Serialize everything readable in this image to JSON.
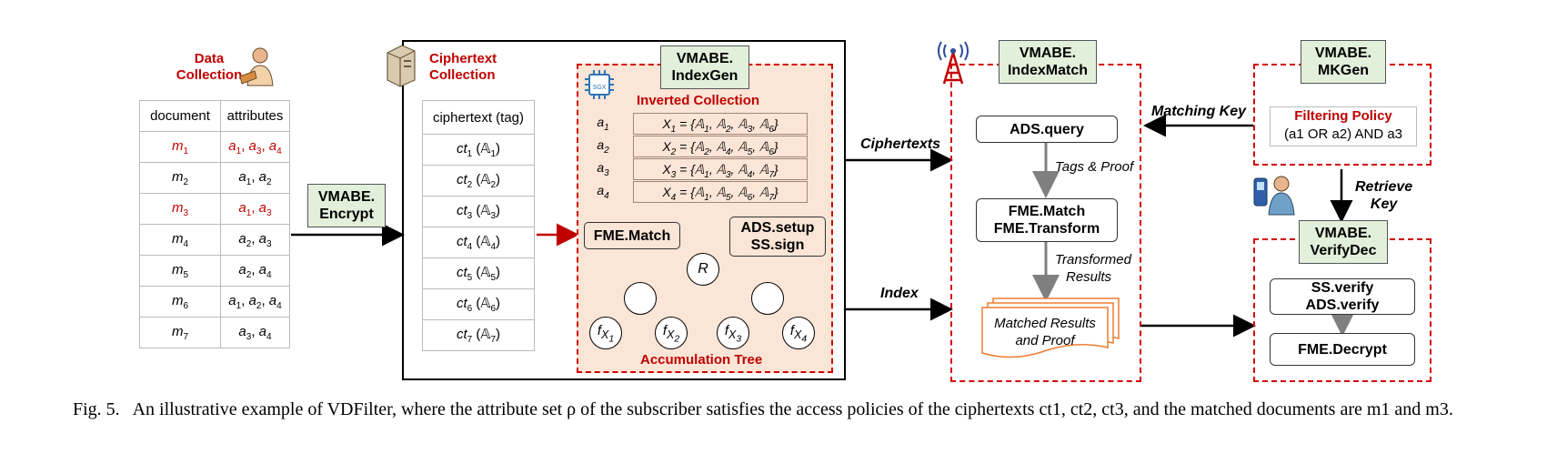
{
  "data_collection": {
    "title_line1": "Data",
    "title_line2": "Collection",
    "headers": [
      "document",
      "attributes"
    ],
    "rows": [
      {
        "doc": "m1",
        "attrs": "a1, a3, a4",
        "highlight": true
      },
      {
        "doc": "m2",
        "attrs": "a1, a2",
        "highlight": false
      },
      {
        "doc": "m3",
        "attrs": "a1, a3",
        "highlight": true
      },
      {
        "doc": "m4",
        "attrs": "a2, a3",
        "highlight": false
      },
      {
        "doc": "m5",
        "attrs": "a2, a4",
        "highlight": false
      },
      {
        "doc": "m6",
        "attrs": "a1, a2, a4",
        "highlight": false
      },
      {
        "doc": "m7",
        "attrs": "a3, a4",
        "highlight": false
      }
    ]
  },
  "encrypt": {
    "line1": "VMABE.",
    "line2": "Encrypt"
  },
  "ciphertext_collection": {
    "title_line1": "Ciphertext",
    "title_line2": "Collection",
    "header": "ciphertext (tag)",
    "rows": [
      "ct1 (A1)",
      "ct2 (A2)",
      "ct3 (A3)",
      "ct4 (A4)",
      "ct5 (A5)",
      "ct6 (A6)",
      "ct7 (A7)"
    ]
  },
  "indexgen": {
    "line1": "VMABE.",
    "line2": "IndexGen",
    "sgx_label": "SGX",
    "inverted_title": "Inverted Collection",
    "inverted_rows": [
      {
        "key": "a1",
        "value": "X1 = {A1, A2, A3, A6}"
      },
      {
        "key": "a2",
        "value": "X2 = {A2, A4, A5, A6}"
      },
      {
        "key": "a3",
        "value": "X3 = {A1, A3, A4, A7}"
      },
      {
        "key": "a4",
        "value": "X4 = {A1, A5, A6, A7}"
      }
    ],
    "fme_match": "FME.Match",
    "ads_setup_line1": "ADS.setup",
    "ads_setup_line2": "SS.sign",
    "tree_root": "R",
    "tree_leaves": [
      "fX1",
      "fX2",
      "fX3",
      "fX4"
    ],
    "accumulation_title": "Accumulation Tree"
  },
  "edges": {
    "ciphertexts": "Ciphertexts",
    "index": "Index",
    "matching_key": "Matching Key",
    "retrieve_key_line1": "Retrieve",
    "retrieve_key_line2": "Key"
  },
  "indexmatch": {
    "line1": "VMABE.",
    "line2": "IndexMatch",
    "ads_query": "ADS.query",
    "tags_proof": "Tags & Proof",
    "fme_match": "FME.Match",
    "fme_transform": "FME.Transform",
    "transformed_line1": "Transformed",
    "transformed_line2": "Results",
    "matched_line1": "Matched Results",
    "matched_line2": "and Proof"
  },
  "mkgen": {
    "line1": "VMABE.",
    "line2": "MKGen",
    "policy_title": "Filtering Policy",
    "policy_expr": "(a1 OR a2) AND a3"
  },
  "verifydec": {
    "line1": "VMABE.",
    "line2": "VerifyDec",
    "verify_line1": "SS.verify",
    "verify_line2": "ADS.verify",
    "decrypt": "FME.Decrypt"
  },
  "caption": {
    "label": "Fig. 5.",
    "text": "An illustrative example of VDFilter, where the attribute set ρ of the subscriber satisfies the access policies of the ciphertexts ct1, ct2, ct3, and the matched documents are m1 and m3."
  },
  "colors": {
    "accent_red": "#c00000",
    "green_fill": "#e2efda",
    "peach_fill": "#fbe5d6",
    "orange_doc": "#ed7d31"
  }
}
